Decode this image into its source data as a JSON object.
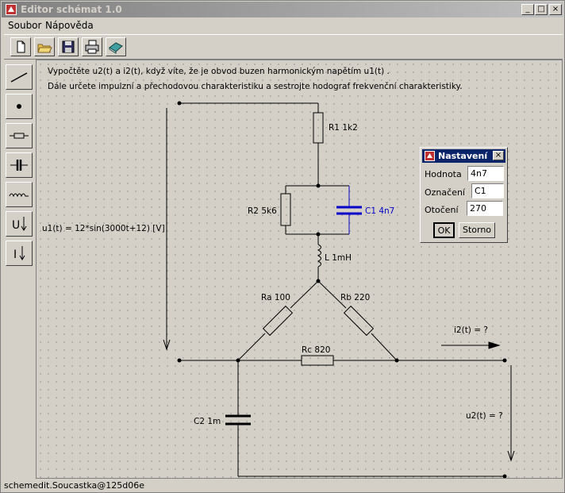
{
  "window": {
    "title": "Editor schémat 1.0",
    "minimize": "_",
    "maximize": "□",
    "close": "×"
  },
  "menu": [
    {
      "label": "Soubor"
    },
    {
      "label": "Nápověda"
    }
  ],
  "toolbar": {
    "items": [
      {
        "name": "new-file-icon"
      },
      {
        "name": "open-folder-icon"
      },
      {
        "name": "save-disk-icon"
      },
      {
        "name": "print-icon"
      },
      {
        "name": "book-icon"
      }
    ]
  },
  "palette": {
    "items": [
      {
        "name": "wire-tool-icon"
      },
      {
        "name": "node-tool-icon"
      },
      {
        "name": "resistor-tool-icon"
      },
      {
        "name": "capacitor-tool-icon"
      },
      {
        "name": "inductor-tool-icon"
      },
      {
        "name": "voltage-source-tool-icon",
        "label": "U↓"
      },
      {
        "name": "current-source-tool-icon",
        "label": "I↓"
      }
    ]
  },
  "canvas": {
    "line1": "Vypočtěte u2(t) a i2(t), když víte, že je obvod buzen harmonickým napětím u1(t) .",
    "line2": "Dále určete impulzní a přechodovou charakteristiku a sestrojte hodograf frekvenční charakteristiky.",
    "source_label": "u1(t)   = 12*sin(3000t+12) [V]",
    "r1": "R1  1k2",
    "r2": "R2  5k6",
    "c1": "C1  4n7",
    "l": "L  1mH",
    "ra": "Ra  100",
    "rb": "Rb  220",
    "rc": "Rc  820",
    "c2": "C2  1m",
    "i2": "i2(t) = ?",
    "u2": "u2(t) = ?",
    "selected_color": "#0000c8"
  },
  "status": "schemedit.Soucastka@125d06e",
  "dialog": {
    "title": "Nastavení",
    "close": "×",
    "value_label": "Hodnota",
    "value": "4n7",
    "name_label": "Označení",
    "name": "C1",
    "rotation_label": "Otočení",
    "rotation": "270",
    "ok": "OK",
    "cancel": "Storno"
  }
}
